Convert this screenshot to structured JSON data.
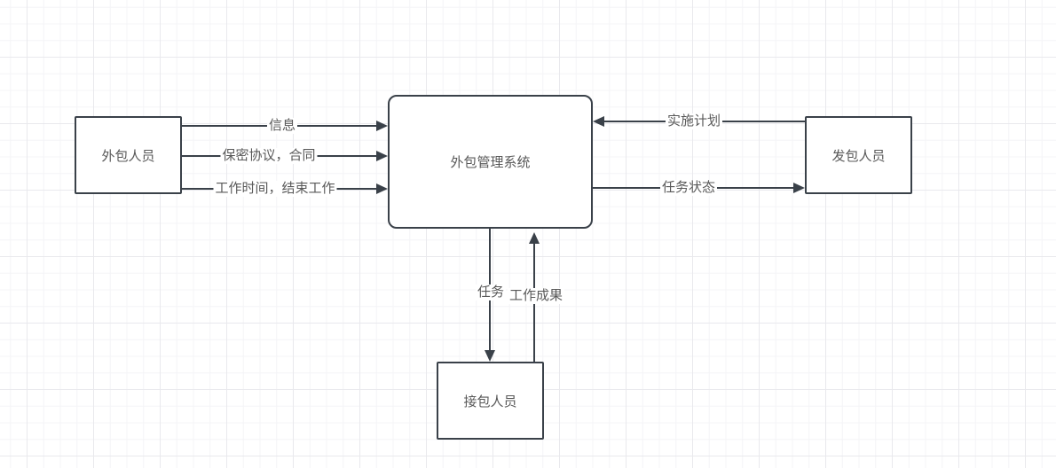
{
  "diagram": {
    "type": "data-flow-diagram",
    "nodes": [
      {
        "id": "outsourced-staff",
        "label": "外包人员",
        "shape": "rectangle"
      },
      {
        "id": "outsourcing-management-system",
        "label": "外包管理系统",
        "shape": "rounded-rectangle"
      },
      {
        "id": "contract-awarding-staff",
        "label": "发包人员",
        "shape": "rectangle"
      },
      {
        "id": "contract-receiving-staff",
        "label": "接包人员",
        "shape": "rectangle"
      }
    ],
    "edges": [
      {
        "label": "信息",
        "from": "外包人员",
        "to": "外包管理系统",
        "direction": "right"
      },
      {
        "label": "保密协议，合同",
        "from": "外包人员",
        "to": "外包管理系统",
        "direction": "right"
      },
      {
        "label": "工作时间，结束工作",
        "from": "外包人员",
        "to": "外包管理系统",
        "direction": "right"
      },
      {
        "label": "实施计划",
        "from": "发包人员",
        "to": "外包管理系统",
        "direction": "left"
      },
      {
        "label": "任务状态",
        "from": "外包管理系统",
        "to": "发包人员",
        "direction": "right"
      },
      {
        "label": "任务",
        "from": "外包管理系统",
        "to": "接包人员",
        "direction": "down"
      },
      {
        "label": "工作成果",
        "from": "接包人员",
        "to": "外包管理系统",
        "direction": "up"
      }
    ],
    "colors": {
      "stroke": "#3a4149",
      "text": "#595959",
      "background": "#ffffff",
      "grid_minor": "#f4f4f7",
      "grid_major": "#e9e9ed"
    }
  }
}
